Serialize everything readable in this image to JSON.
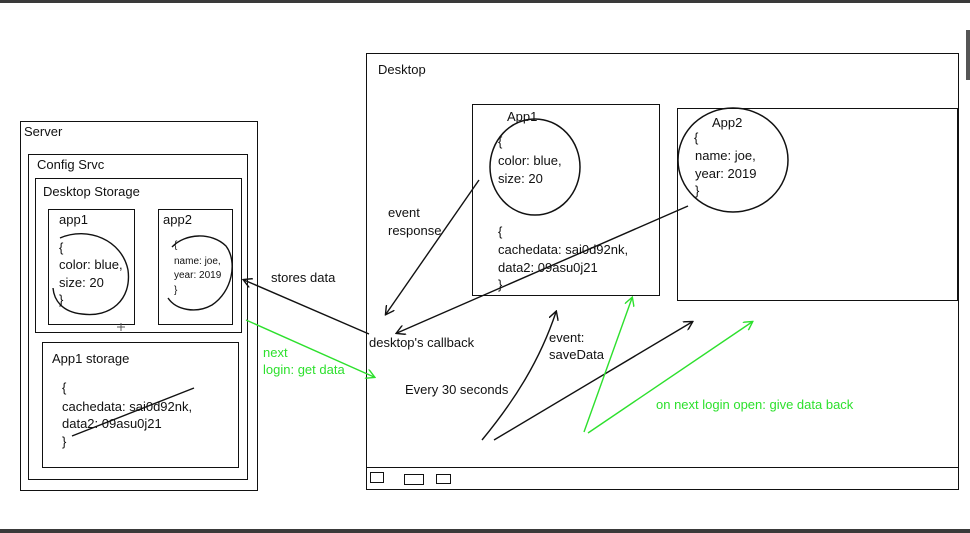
{
  "colors": {
    "ink": "#111111",
    "green": "#2de02d"
  },
  "server": {
    "title": "Server",
    "config_srvc": {
      "title": "Config Srvc",
      "desktop_storage": {
        "title": "Desktop Storage",
        "app1": {
          "title": "app1",
          "lines": [
            "{",
            "color: blue,",
            "size: 20",
            "}"
          ]
        },
        "app2": {
          "title": "app2",
          "lines": [
            "{",
            "name: joe,",
            "year: 2019",
            "}"
          ]
        }
      },
      "app1_storage": {
        "title": "App1 storage",
        "lines": [
          "{",
          "cachedata: sai0d92nk,",
          "data2: 09asu0j21",
          "}"
        ]
      }
    }
  },
  "desktop": {
    "title": "Desktop",
    "app1": {
      "title": "App1",
      "state_lines": [
        "{",
        "color: blue,",
        "size: 20"
      ],
      "cache_lines": [
        "{",
        "cachedata: sai0d92nk,",
        "data2: 09asu0j21",
        "}"
      ]
    },
    "app2": {
      "title": "App2",
      "lines": [
        "{",
        "name: joe,",
        "year: 2019",
        "}"
      ]
    }
  },
  "annotations": {
    "stores_data": "stores data",
    "next_login": [
      "next",
      "login: get data"
    ],
    "event_response": [
      "event",
      "response"
    ],
    "desktops_callback": "desktop's callback",
    "event_savedata": [
      "event:",
      "saveData"
    ],
    "every_30_seconds": "Every 30 seconds",
    "next_login_open": "on next login open: give data back"
  }
}
